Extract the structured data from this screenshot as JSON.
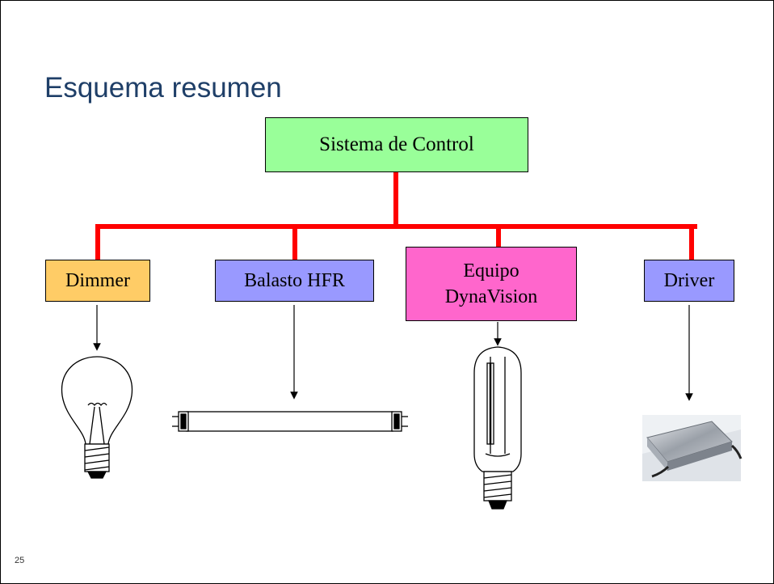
{
  "slide": {
    "title": "Esquema resumen",
    "page_number": "25"
  },
  "diagram": {
    "root": {
      "label": "Sistema de Control",
      "color": "#99ff99"
    },
    "children": [
      {
        "label": "Dimmer",
        "color": "#ffcc66",
        "device": "incandescent-bulb-icon"
      },
      {
        "label": "Balasto HFR",
        "color": "#9999ff",
        "device": "fluorescent-tube-icon"
      },
      {
        "label": "Equipo DynaVision",
        "color": "#ff66cc",
        "device": "hid-lamp-icon"
      },
      {
        "label": "Driver",
        "color": "#9999ff",
        "device": "led-driver-icon"
      }
    ],
    "connector_color": "#ff0000"
  }
}
